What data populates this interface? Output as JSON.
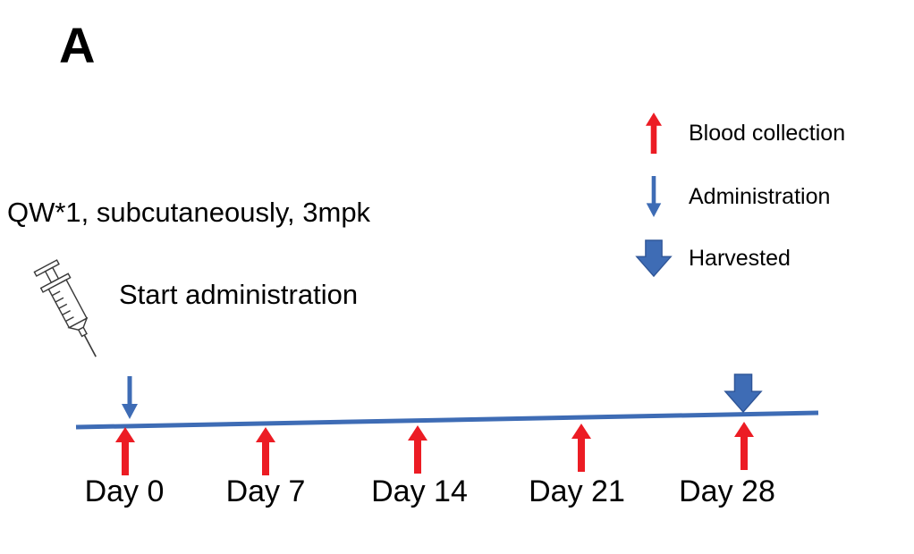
{
  "panel_label": "A",
  "legend": {
    "blood_collection": "Blood collection",
    "administration": "Administration",
    "harvested": "Harvested"
  },
  "annotations": {
    "dosing_regimen": "QW*1, subcutaneously, 3mpk",
    "start_administration": "Start administration"
  },
  "timeline": {
    "days": [
      "Day 0",
      "Day 7",
      "Day 14",
      "Day 21",
      "Day 28"
    ],
    "blood_collection_days": [
      "Day 0",
      "Day 7",
      "Day 14",
      "Day 21",
      "Day 28"
    ],
    "administration_day": "Day 0",
    "harvest_day": "Day 28"
  },
  "icons": {
    "blood_collection": "red-up-arrow-icon",
    "administration": "blue-down-arrow-icon",
    "harvested": "blue-block-down-arrow-icon",
    "start": "syringe-icon"
  },
  "colors": {
    "red": "#ec1c24",
    "blue": "#3e6cb5",
    "block_blue_edge": "#2f5597",
    "text": "#000000"
  }
}
